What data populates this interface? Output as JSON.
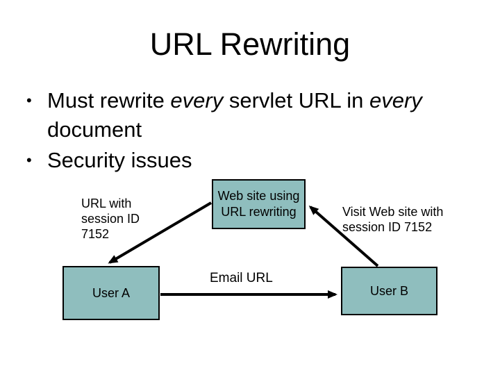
{
  "slide": {
    "title": "URL Rewriting",
    "bullets": [
      {
        "line1": [
          {
            "t": "Must rewrite ",
            "i": false
          },
          {
            "t": "every",
            "i": true
          },
          {
            "t": " servlet URL in ",
            "i": false
          },
          {
            "t": "every",
            "i": true
          }
        ],
        "line2": "document"
      },
      {
        "text": "Security issues"
      }
    ]
  },
  "diagram": {
    "website_box": "Web site using\nURL rewriting",
    "user_a_box": "User A",
    "user_b_box": "User B",
    "labels": {
      "left": "URL with\nsession ID\n7152",
      "right": "Visit Web site with\nsession ID 7152",
      "center": "Email URL"
    },
    "colors": {
      "box_fill": "#8FBEBE",
      "box_border": "#000000",
      "arrow": "#000000",
      "background": "#FFFFFF",
      "text": "#000000"
    }
  }
}
